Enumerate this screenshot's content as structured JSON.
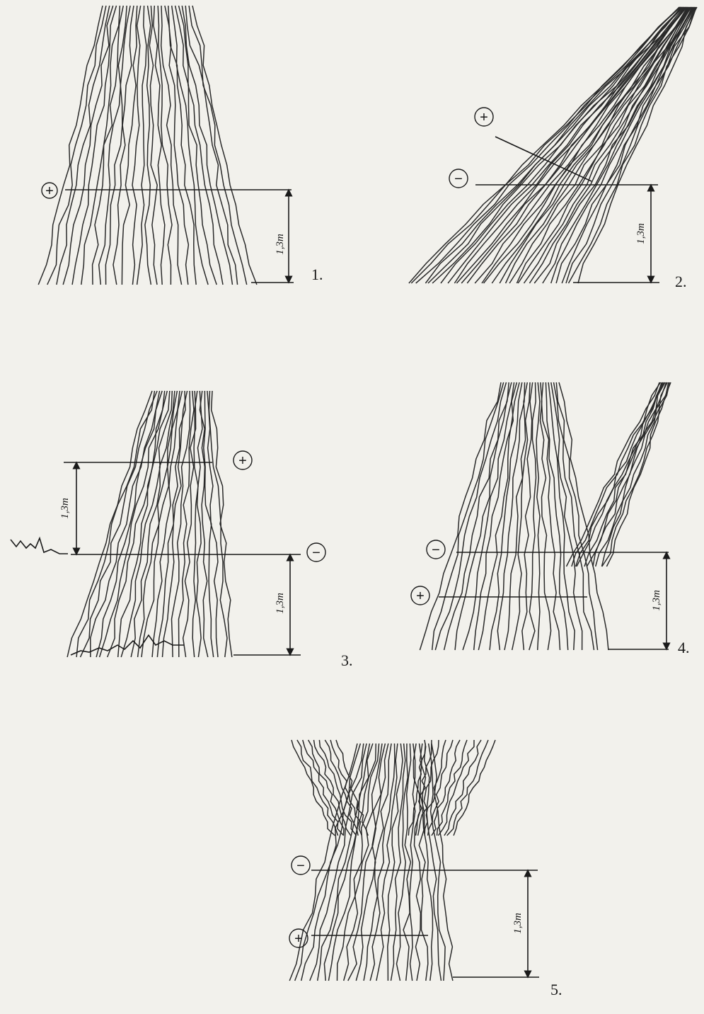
{
  "figures": [
    {
      "number": "1.",
      "height_label": "1,3m",
      "marks": [
        {
          "sign": "+"
        }
      ]
    },
    {
      "number": "2.",
      "height_label": "1,3m",
      "marks": [
        {
          "sign": "+"
        },
        {
          "sign": "−"
        }
      ]
    },
    {
      "number": "3.",
      "height_label": "1,3m",
      "upper_height_label": "1,3m",
      "marks": [
        {
          "sign": "+"
        },
        {
          "sign": "−"
        }
      ]
    },
    {
      "number": "4.",
      "height_label": "1,3m",
      "marks": [
        {
          "sign": "−"
        },
        {
          "sign": "+"
        }
      ]
    },
    {
      "number": "5.",
      "height_label": "1,3m",
      "marks": [
        {
          "sign": "−"
        },
        {
          "sign": "+"
        }
      ]
    }
  ]
}
